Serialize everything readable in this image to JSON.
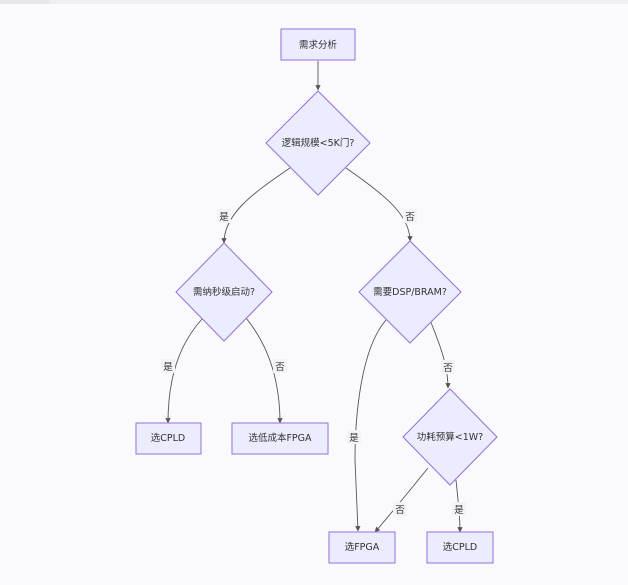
{
  "colors": {
    "node_fill": "#ececff",
    "node_stroke": "#9370db",
    "edge": "#555555",
    "background": "#fafafc"
  },
  "nodes": {
    "analysis": "需求分析",
    "logic_scale": "逻辑规模<5K门?",
    "ms_boot": "需纳秒级启动?",
    "dsp_bram": "需要DSP/BRAM?",
    "choose_cpld_1": "选CPLD",
    "low_cost_fpga": "选低成本FPGA",
    "power_budget": "功耗预算<1W?",
    "choose_fpga": "选FPGA",
    "choose_cpld_2": "选CPLD"
  },
  "edges": {
    "scale_yes": "是",
    "scale_no": "否",
    "boot_yes": "是",
    "boot_no": "否",
    "dsp_yes": "是",
    "dsp_no": "否",
    "power_no": "否",
    "power_yes": "是"
  }
}
